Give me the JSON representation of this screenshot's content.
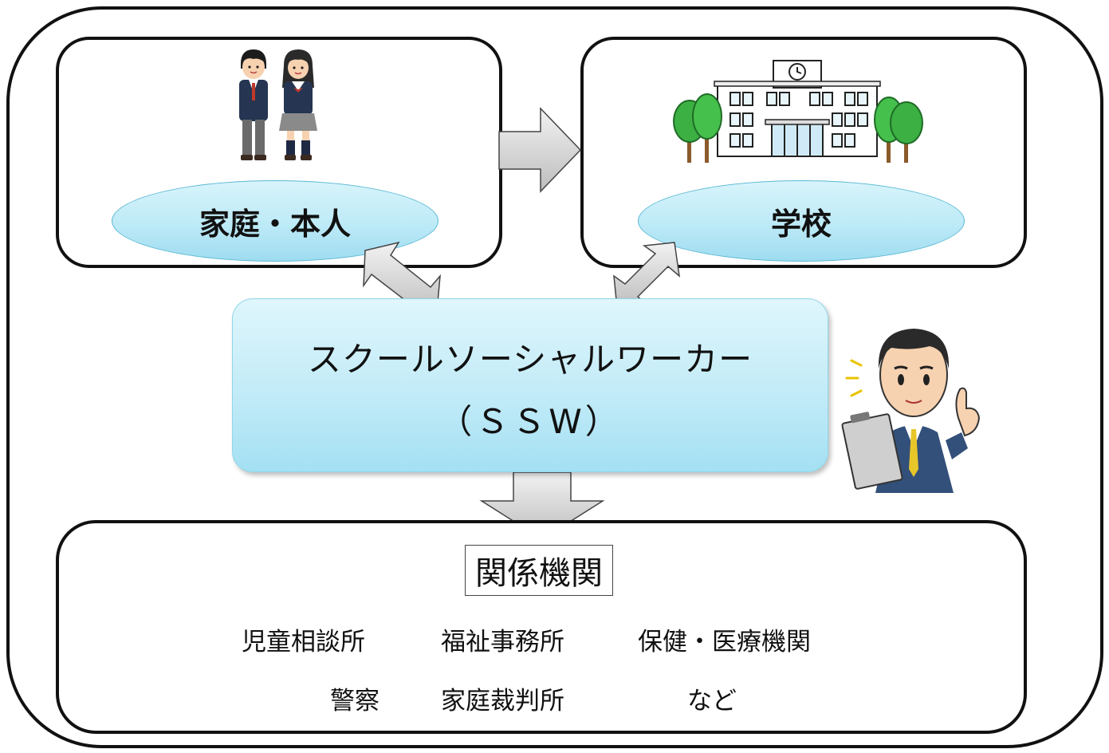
{
  "family": {
    "label": "家庭・本人"
  },
  "school": {
    "label": "学校"
  },
  "ssw": {
    "title": "スクールソーシャルワーカー",
    "abbr": "（ＳＳW）"
  },
  "agencies": {
    "title": "関係機関",
    "row1": [
      "児童相談所",
      "福祉事務所",
      "保健・医療機関"
    ],
    "row2": [
      "警察",
      "家庭裁判所",
      "など"
    ]
  },
  "colors": {
    "ellipse_fill": "#bdeaf7",
    "ssw_fill": "#c3ecf8",
    "arrow_fill": "#d0d0d0",
    "frame": "#111111"
  },
  "icons": [
    "students-illustration",
    "school-building-illustration",
    "social-worker-illustration"
  ]
}
